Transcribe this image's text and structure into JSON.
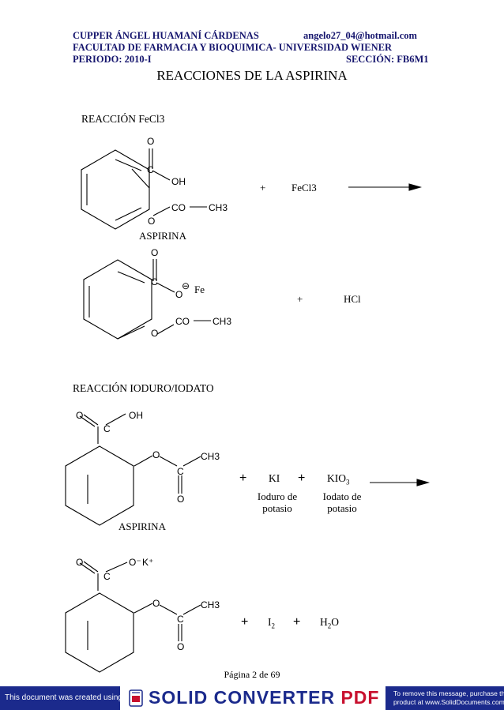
{
  "header": {
    "author": "CUPPER ÁNGEL HUAMANÍ CÁRDENAS",
    "email": "angelo27_04@hotmail.com",
    "faculty": "FACULTAD DE FARMACIA Y BIOQUIMICA- UNIVERSIDAD WIENER",
    "period": "PERIODO: 2010-I",
    "section": "SECCIÓN: FB6M1"
  },
  "title": "REACCIONES DE LA ASPIRINA",
  "reaction1": {
    "heading": "REACCIÓN FeCl3",
    "reagent": "FeCl3",
    "plus": "+",
    "molecule_label": "ASPIRINA",
    "product_metal": "Fe",
    "product_plus": "+",
    "byproduct": "HCl",
    "atoms": {
      "o": "O",
      "c": "C",
      "oh": "OH",
      "co": "CO",
      "ch3": "CH3",
      "minus": "⊖"
    }
  },
  "reaction2": {
    "heading": "REACCIÓN IODURO/IODATO",
    "plus": "+",
    "ki": "KI",
    "ki_name1": "Ioduro de",
    "ki_name2": "potasio",
    "kio3": "KIO",
    "kio3_sub": "3",
    "kio3_name1": "Iodato de",
    "kio3_name2": "potasio",
    "molecule_label": "ASPIRINA",
    "product_i2": "I",
    "product_i2_sub": "2",
    "product_h2o_a": "H",
    "product_h2o_sub": "2",
    "product_h2o_b": "O",
    "atoms": {
      "o": "O",
      "c": "C",
      "oh": "OH",
      "ch3": "CH3",
      "o_minus": "O⁻",
      "k_plus": "K⁺"
    }
  },
  "footer": {
    "page": "Página 2 de 69"
  },
  "banner": {
    "left_text": "This document was created using",
    "brand_a": "SOLID CONVERTER ",
    "brand_b": "PDF",
    "right_line1": "To remove this message, purchase the",
    "right_line2": "product at www.SolidDocuments.com"
  },
  "colors": {
    "header_text": "#16166e",
    "banner_blue": "#1b2a8c",
    "banner_red": "#c8102e"
  }
}
